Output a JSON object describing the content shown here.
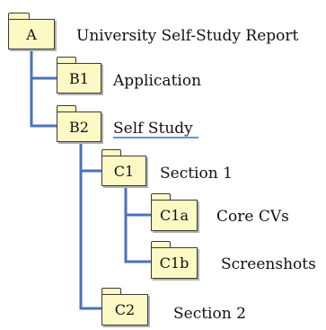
{
  "nodes": {
    "A": {
      "code": "A",
      "title": "University Self-Study Report"
    },
    "B1": {
      "code": "B1",
      "title": "Application"
    },
    "B2": {
      "code": "B2",
      "title": "Self Study"
    },
    "C1": {
      "code": "C1",
      "title": "Section 1"
    },
    "C1a": {
      "code": "C1a",
      "title": "Core CVs"
    },
    "C1b": {
      "code": "C1b",
      "title": "Screenshots"
    },
    "C2": {
      "code": "C2",
      "title": "Section 2"
    }
  },
  "colors": {
    "connector": "#4a73b8",
    "folder_fill": "#fdf9c4",
    "folder_outline": "#3a3a3a",
    "highlight_underline": "#6f8fce"
  }
}
